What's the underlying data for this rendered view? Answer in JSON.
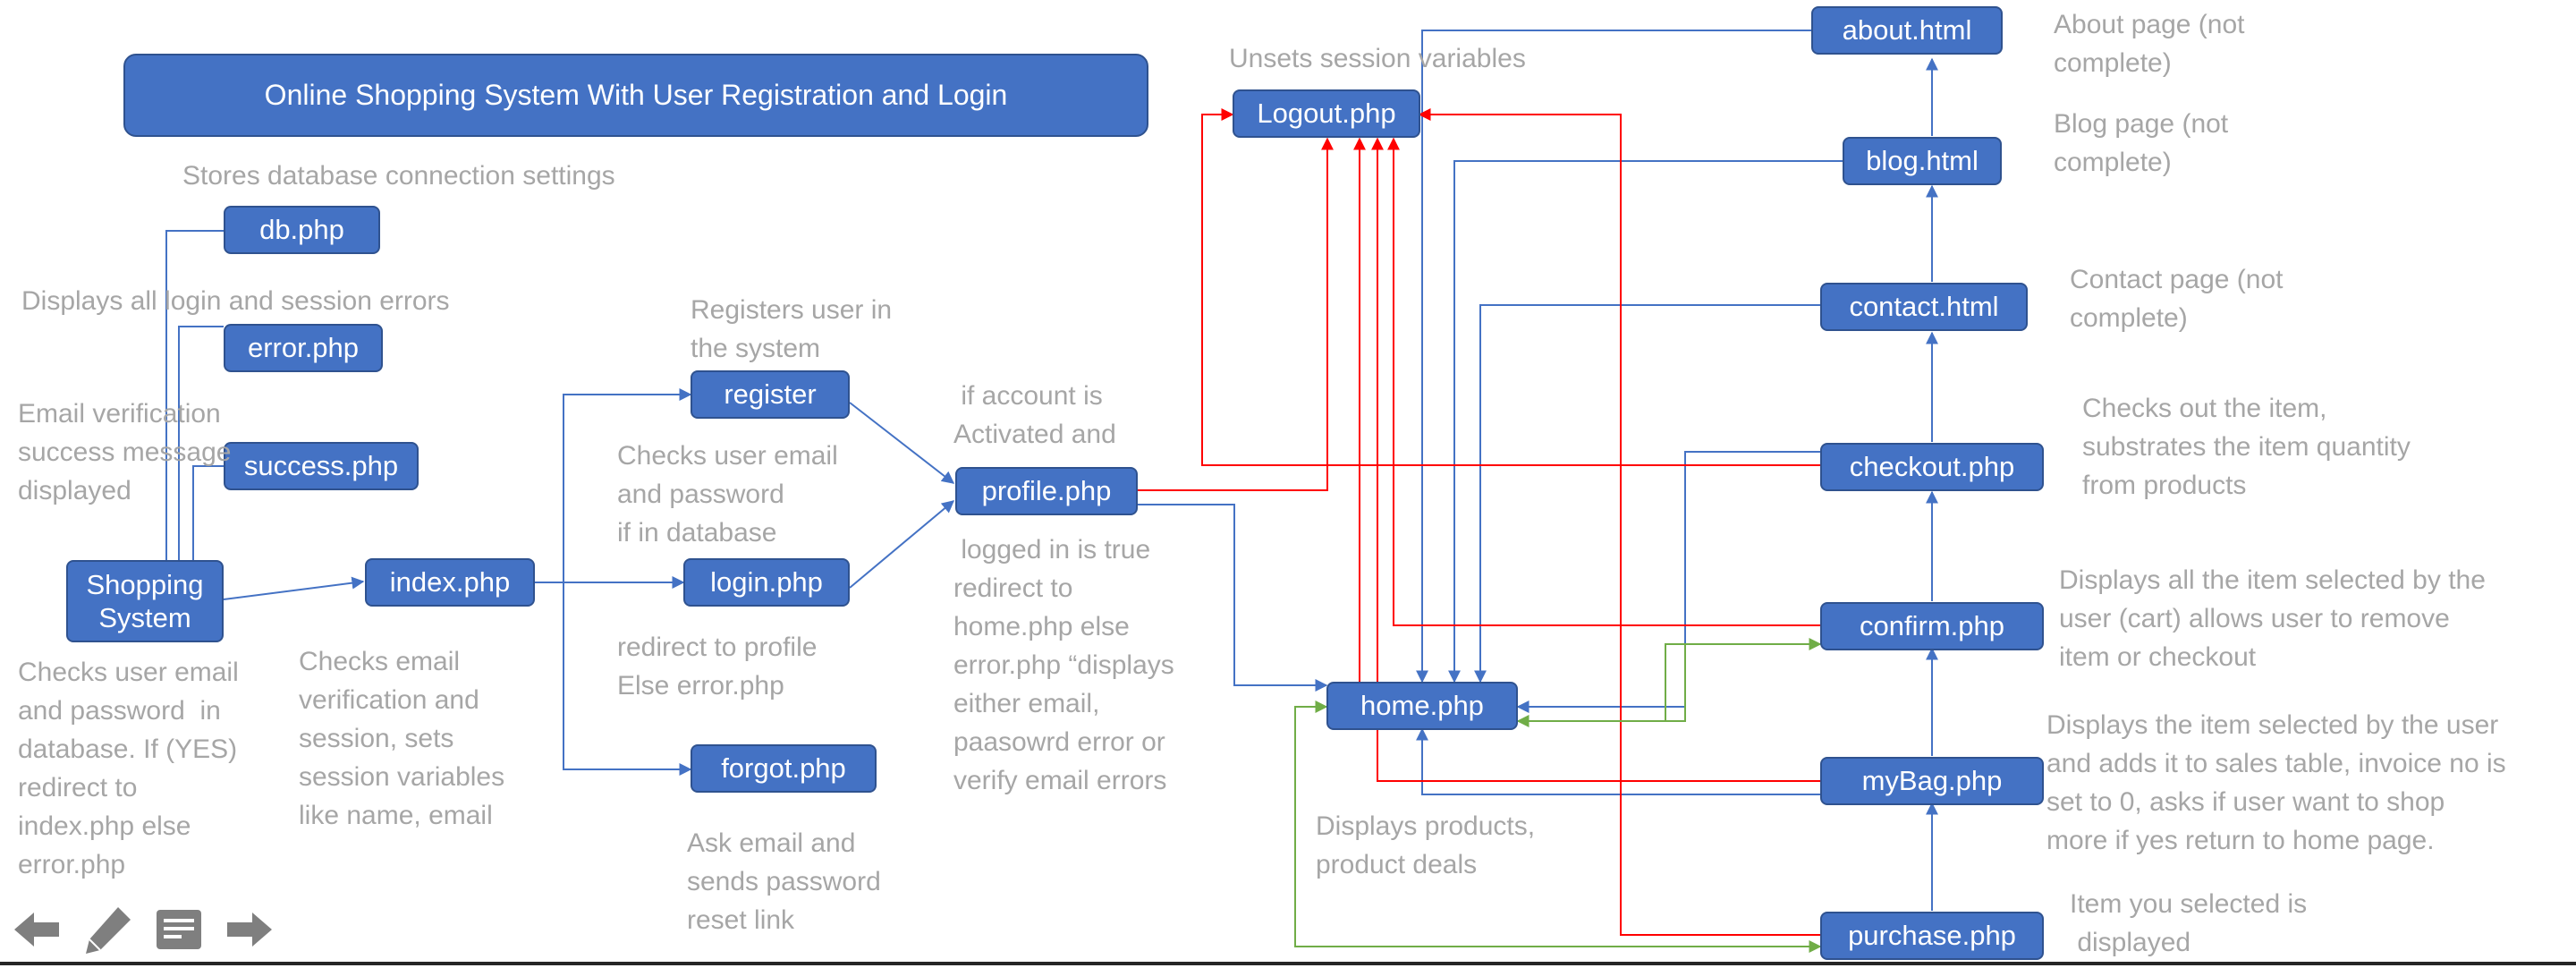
{
  "title": "Online Shopping System With User Registration and Login",
  "nodes": {
    "db": "db.php",
    "error": "error.php",
    "success": "success.php",
    "shopping": "Shopping\nSystem",
    "index": "index.php",
    "register": "register",
    "login": "login.php",
    "forgot": "forgot.php",
    "profile": "profile.php",
    "logout": "Logout.php",
    "home": "home.php",
    "about": "about.html",
    "blog": "blog.html",
    "contact": "contact.html",
    "checkout": "checkout.php",
    "confirm": "confirm.php",
    "mybag": "myBag.php",
    "purchase": "purchase.php"
  },
  "notes": {
    "db": "Stores database connection settings",
    "error": "Displays all login and session errors",
    "success": "Email verification\nsuccess message\ndisplayed",
    "shopping": "Checks user email\nand password  in\ndatabase. If (YES)\nredirect to\nindex.php else\nerror.php",
    "index": "Checks email\nverification and\nsession, sets\nsession variables\nlike name, email",
    "register": "Registers user in\nthe system",
    "login_above": "Checks user email\nand password\nif in database",
    "login_below": "redirect to profile\nElse error.php",
    "forgot": "Ask email and\nsends password\nreset link",
    "profile_above": " if account is\nActivated and",
    "profile_below": " logged in is true\nredirect to\nhome.php else\nerror.php “displays\neither email,\npaasowrd error or\nverify email errors",
    "logout": "Unsets session variables",
    "home": "Displays products,\nproduct deals",
    "about": "About page (not\ncomplete)",
    "blog": "Blog page (not\ncomplete)",
    "contact": "Contact page (not\ncomplete)",
    "checkout": "Checks out the item,\nsubstrates the item quantity\nfrom products",
    "confirm": "Displays all the item selected by the\nuser (cart) allows user to remove\nitem or checkout",
    "mybag": "Displays the item selected by the user\nand adds it to sales table, invoice no is\nset to 0, asks if user want to shop\nmore if yes return to home page.",
    "purchase": "Item you selected is\n displayed"
  },
  "colors": {
    "box_fill": "#4472c4",
    "box_border": "#2f528f",
    "blue_line": "#4472c4",
    "red_line": "#ff0000",
    "green_line": "#70ad47",
    "note_text": "#a6a6a6"
  },
  "icons": [
    "arrow-left-icon",
    "pen-icon",
    "notes-icon",
    "arrow-right-icon"
  ]
}
